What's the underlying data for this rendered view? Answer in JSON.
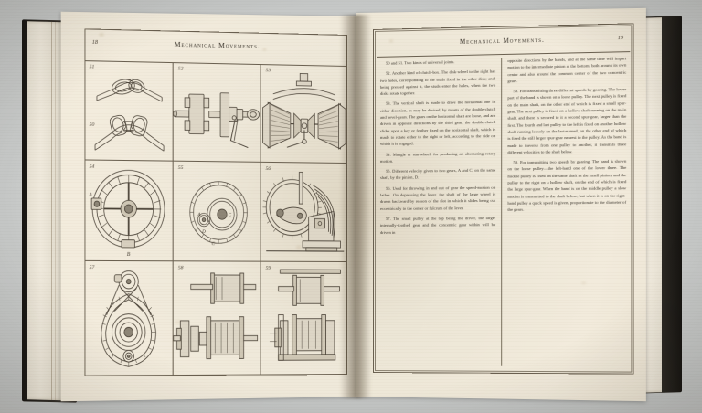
{
  "book": {
    "description": "open antique book photographed on a gray surface",
    "binding_color": "#2a2723",
    "paper_color": "#efe9da",
    "ink_color": "#3a342b"
  },
  "left_page": {
    "folio": "18",
    "running_head": "Mechanical Movements.",
    "figures": [
      {
        "number": "51",
        "second_number": "50",
        "art": "universal-joints"
      },
      {
        "number": "52",
        "second_number": "",
        "art": "clutch-box-shaft"
      },
      {
        "number": "53",
        "second_number": "",
        "art": "double-clutch-bevel-gears"
      },
      {
        "number": "54",
        "second_number": "",
        "art": "mangle-star-wheel",
        "labels": [
          "A",
          "B"
        ]
      },
      {
        "number": "55",
        "second_number": "",
        "art": "velocity-gears",
        "labels": [
          "A",
          "C",
          "D"
        ]
      },
      {
        "number": "56",
        "second_number": "",
        "art": "lathe-speed-gear"
      },
      {
        "number": "57",
        "second_number": "",
        "art": "pulley-internal-gear"
      },
      {
        "number": "58",
        "second_number": "",
        "art": "three-speed-cone-pulley"
      },
      {
        "number": "59",
        "second_number": "",
        "art": "two-speed-gearing"
      }
    ]
  },
  "right_page": {
    "folio": "19",
    "running_head": "Mechanical Movements.",
    "columns": {
      "left": [
        "50 and 51. Two kinds of universal joints.",
        "52. Another kind of clutch-box. The disk-wheel to the right has two holes, corresponding to the studs fixed in the other disk; and, being pressed against it, the studs enter the holes, when the two disks rotate together.",
        "53. The vertical shaft is made to drive the horizontal one in either direction, as may be desired, by means of the double-clutch and bevel-gears. The gears on the horizontal shaft are loose, and are driven in opposite directions by the third gear; the double-clutch slides upon a key or feather fixed on the horizontal shaft, which is made to rotate either to the right or left, according to the side on which it is engaged.",
        "54. Mangle or star-wheel, for producing an alternating rotary motion.",
        "55. Different velocity given to two gears, A and C, on the same shaft, by the pinion, D.",
        "56. Used for throwing in and out of gear the speed-motion on lathes. On depressing the lever, the shaft of the large wheel is drawn backward by reason of the slot in which it slides being cut eccentrically to the center or fulcrum of the lever.",
        "57. The small pulley at the top being the driver, the large, internally-toothed gear and the concentric gear within will be driven in"
      ],
      "right": [
        "opposite directions by the bands, and at the same time will impart motion to the intermediate pinion at the bottom, both around its own center and also around the common center of the two concentric gears.",
        "58. For transmitting three different speeds by gearing. The lower part of the band is shown on a loose pulley. The next pulley is fixed on the main shaft, on the other end of which is fixed a small spur-gear. The next pulley is fixed on a hollow shaft running on the main shaft, and there is secured to it a second spur-gear, larger than the first. The fourth and last pulley to the left is fixed on another hollow shaft running loosely on the last-named, on the other end of which is fixed the still larger spur-gear nearest to the pulley. As the band is made to traverse from one pulley to another, it transmits three different velocities to the shaft below.",
        "59. For transmitting two speeds by gearing. The band is shown on the loose pulley—the left-hand one of the lower three. The middle pulley is fixed on the same shaft as the small pinion, and the pulley to the right on a hollow shaft, on the end of which is fixed the large spur-gear. When the band is on the middle pulley a slow motion is transmitted to the shaft below; but when it is on the right-hand pulley a quick speed is given, proportionate to the diameter of the gears."
      ]
    }
  }
}
